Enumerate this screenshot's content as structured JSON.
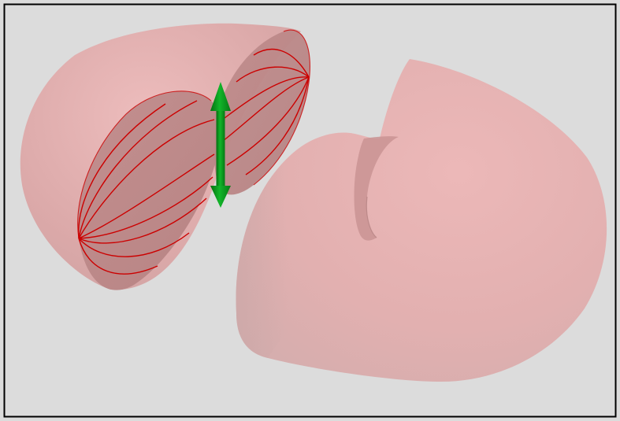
{
  "viewer": {
    "background_color": "#dcdcdc",
    "frame_color": "#000000",
    "surface_color": "#e8a7a7",
    "surface_edge_color": "#d49a9a",
    "cut_face_color": "#b88484",
    "field_line_color": "#cc0000",
    "axis_arrow_color": "#0aa01e",
    "axis_arrow_shadow_color": "#04700f"
  },
  "scene": {
    "objects": [
      {
        "name": "left-half-shell",
        "kind": "cut solid with field lines"
      },
      {
        "name": "right-half-shell",
        "kind": "cut solid with notch"
      },
      {
        "name": "vertical-axis-arrow",
        "kind": "double-headed arrow"
      }
    ]
  }
}
